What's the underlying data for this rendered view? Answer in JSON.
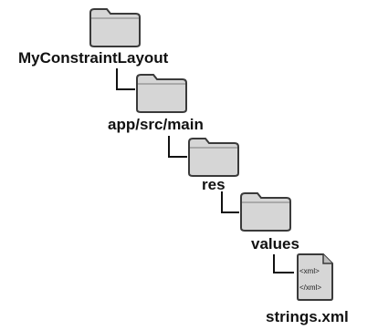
{
  "tree": {
    "root": {
      "label": "MyConstraintLayout",
      "icon": "folder-icon"
    },
    "app_src_main": {
      "label": "app/src/main",
      "icon": "folder-icon"
    },
    "res": {
      "label": "res",
      "icon": "folder-icon"
    },
    "values": {
      "label": "values",
      "icon": "folder-icon"
    },
    "strings_xml": {
      "label": "strings.xml",
      "icon": "xml-file-icon",
      "icon_text_top": "<xml>",
      "icon_text_bottom": "</xml>"
    }
  },
  "colors": {
    "folder_fill": "#d6d6d6",
    "folder_stroke": "#3a3a3a",
    "connector": "#111111",
    "text": "#111111"
  }
}
